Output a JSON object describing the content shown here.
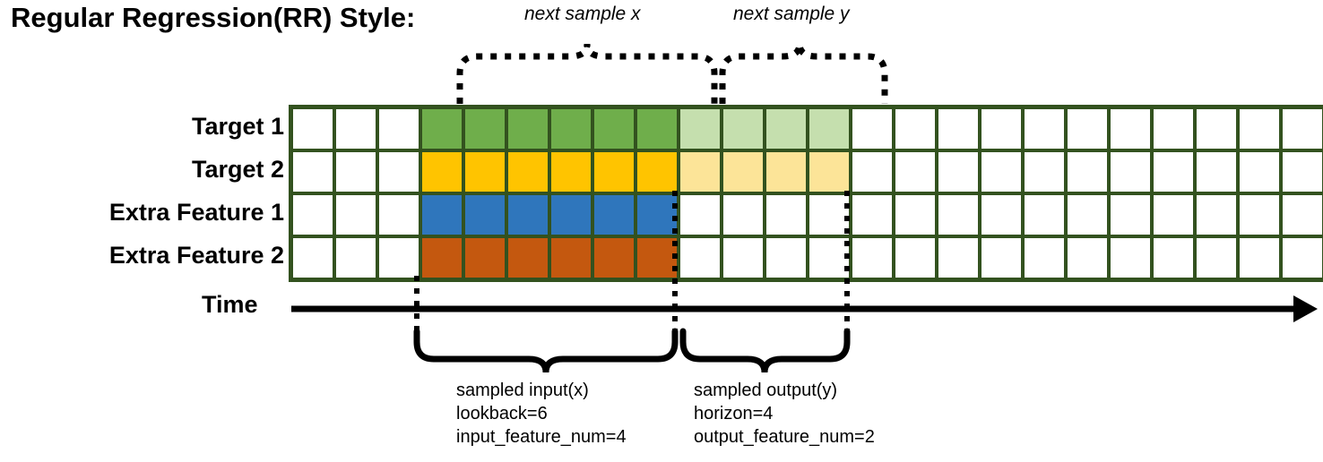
{
  "title": "Regular Regression(RR) Style:",
  "top_labels": {
    "next_sample_x": "next sample x",
    "next_sample_y": "next sample y"
  },
  "rows": [
    {
      "label": "Target 1",
      "fill": "#6FAE4B",
      "light": "#C5DFAE",
      "has_output": true
    },
    {
      "label": "Target 2",
      "fill": "#FFC400",
      "light": "#FCE498",
      "has_output": true
    },
    {
      "label": "Extra Feature 1",
      "fill": "#2F76BC",
      "light": "#FFFFFF",
      "has_output": false
    },
    {
      "label": "Extra Feature 2",
      "fill": "#C4580F",
      "light": "#FFFFFF",
      "has_output": false
    }
  ],
  "grid": {
    "total_columns": 24,
    "lead_blank_columns": 3,
    "input_columns": 6,
    "output_columns": 4,
    "trailing_blank_columns": 11,
    "cell_size": 44,
    "gap": 4,
    "border_color": "#33521F",
    "blank_color": "#FFFFFF"
  },
  "time_axis": {
    "label": "Time"
  },
  "annotations": {
    "input": {
      "line1": "sampled input(x)",
      "line2": "lookback=6",
      "line3": "input_feature_num=4"
    },
    "output": {
      "line1": "sampled output(y)",
      "line2": "horizon=4",
      "line3": "output_feature_num=2"
    }
  },
  "colors": {
    "target1": "#6FAE4B",
    "target1_light": "#C5DFAE",
    "target2": "#FFC400",
    "target2_light": "#FCE498",
    "extra1": "#2F76BC",
    "extra2": "#C4580F",
    "grid_border": "#33521F",
    "ink": "#000000"
  }
}
